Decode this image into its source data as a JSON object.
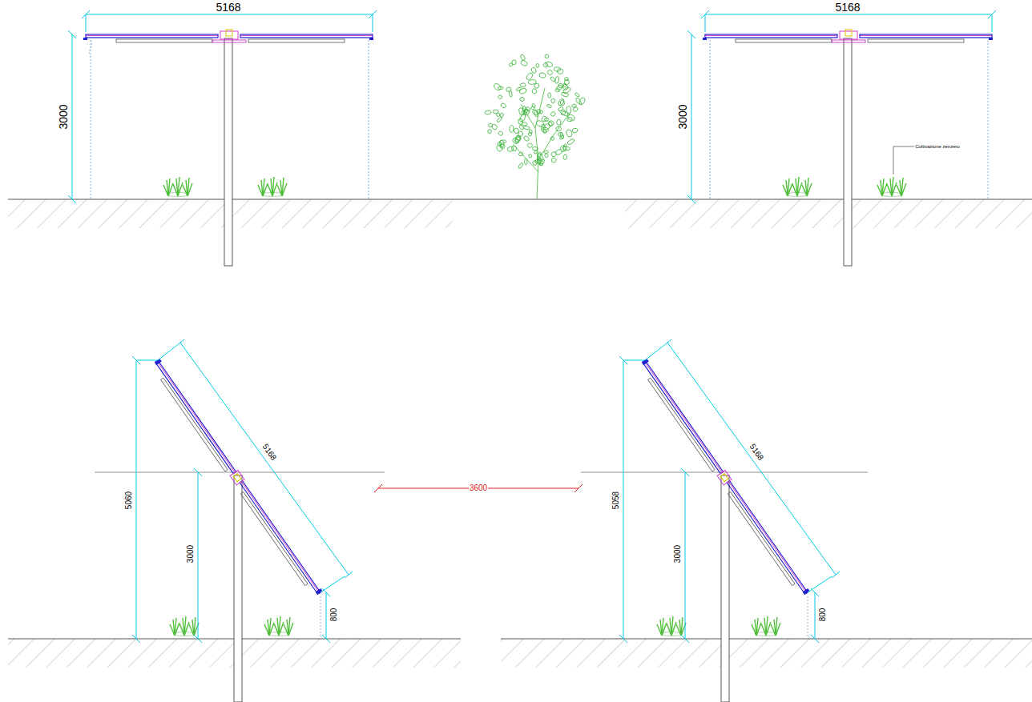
{
  "diagram": {
    "labels": [
      "5168",
      "3000",
      "5168",
      "3000",
      "Coltivazione zenzero",
      "5060",
      "3000",
      "5168",
      "800",
      "3600",
      "5058",
      "3000",
      "5168",
      "800"
    ]
  }
}
